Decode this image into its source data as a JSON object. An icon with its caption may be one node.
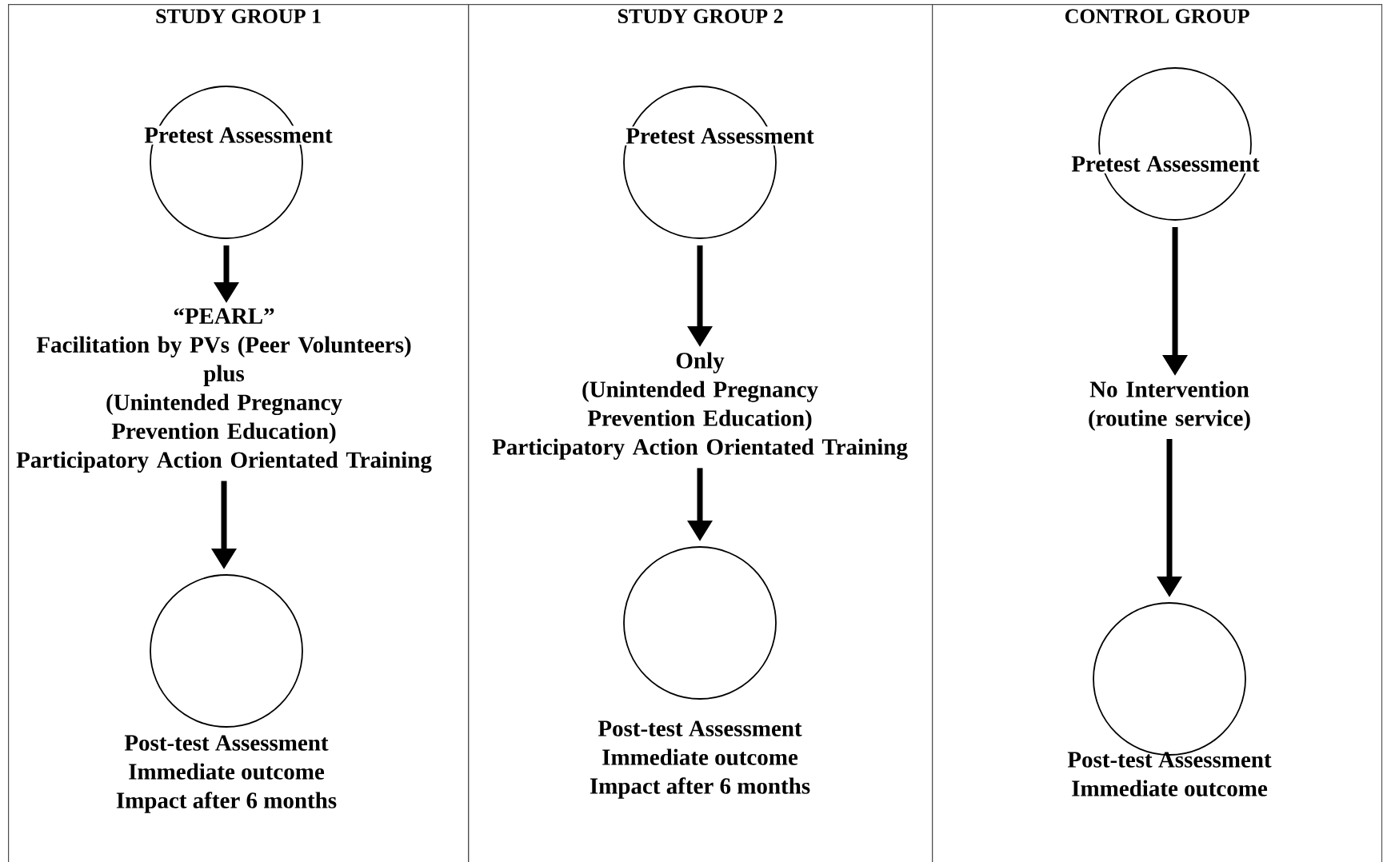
{
  "diagram": {
    "nodes": [
      {
        "text": [
          "STUDY GROUP 1"
        ]
      },
      {
        "text": [
          "Pretest Assessment"
        ],
        "in": 0
      },
      {
        "text": [
          "“PEARL”",
          "Facilitation by PVs (Peer Volunteers)",
          "plus",
          "(Unintended Pregnancy Prevention Education)",
          "Participatory Action Orientated Training"
        ],
        "in": 0
      },
      {
        "text": [],
        "shape": "circle",
        "in": 0,
        "beside": [
          "Post-test Assessment",
          "Immediate outcome",
          "Impact after 6 months"
        ]
      },
      {
        "text": [
          "STUDY GROUP 2"
        ]
      },
      {
        "text": [
          "Pretest Assessment"
        ],
        "in": 4
      },
      {
        "text": [
          "Only",
          "(Unintended Pregnancy Prevention Education)",
          "Participatory Action Orientated Training"
        ],
        "in": 4
      },
      {
        "text": [],
        "shape": "circle",
        "in": 4,
        "beside": [
          "Post-test Assessment",
          "Immediate outcome",
          "Impact after 6 months"
        ]
      },
      {
        "text": [
          "CONTROL GROUP"
        ]
      },
      {
        "text": [
          "Pretest Assessment"
        ],
        "in": 8
      },
      {
        "text": [
          "No Intervention",
          "(routine service)"
        ],
        "in": 8
      },
      {
        "text": [],
        "shape": "circle",
        "in": 8,
        "beside": [
          "Post-test Assessment",
          "Immediate outcome"
        ]
      }
    ],
    "edges": [
      {
        "from": 1,
        "to": 2,
        "arrow": "to"
      },
      {
        "from": 2,
        "to": 3,
        "arrow": "to"
      },
      {
        "from": 5,
        "to": 6,
        "arrow": "to"
      },
      {
        "from": 6,
        "to": 7,
        "arrow": "to"
      },
      {
        "from": 9,
        "to": 10,
        "arrow": "to"
      },
      {
        "from": 10,
        "to": 11,
        "arrow": "to"
      }
    ]
  }
}
